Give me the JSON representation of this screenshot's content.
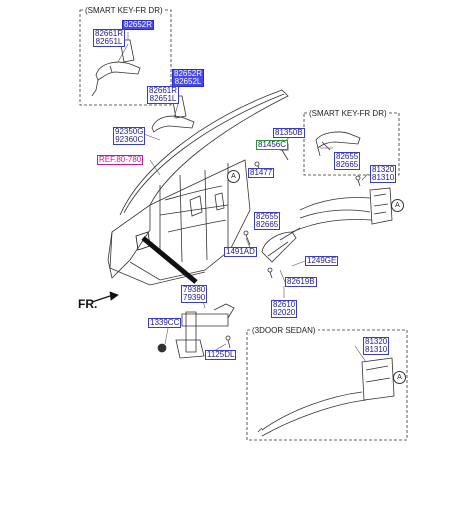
{
  "boxes": {
    "smart_key_top": "(SMART KEY-FR DR)",
    "smart_key_right": "(SMART KEY-FR DR)",
    "three_door": "(3DOOR SEDAN)"
  },
  "labels": {
    "p82652r_top": "82652R",
    "p82661r_top": [
      "82661R",
      "82651L"
    ],
    "p82652r_mid": [
      "82652R",
      "82652L"
    ],
    "p82661r_mid": [
      "82661R",
      "82651L"
    ],
    "p92350": [
      "92350G",
      "92360C"
    ],
    "ref": "REF.80-780",
    "p81350b": "81350B",
    "p81456c": "81456C",
    "p81477": "81477",
    "p82655_right": [
      "82655",
      "82665"
    ],
    "p81320_top": [
      "81320",
      "81310"
    ],
    "p82655_mid": [
      "82655",
      "82665"
    ],
    "p1491ad": "1491AD",
    "p1249ge": "1249GE",
    "p82619b": "82619B",
    "p82610": [
      "82610",
      "82020"
    ],
    "p79380": [
      "79380",
      "79390"
    ],
    "p1339cc": "1339CC",
    "p1125dl": "1125DL",
    "p81320_bot": [
      "81320",
      "81310"
    ]
  },
  "markers": {
    "a": "A"
  },
  "direction": "FR."
}
